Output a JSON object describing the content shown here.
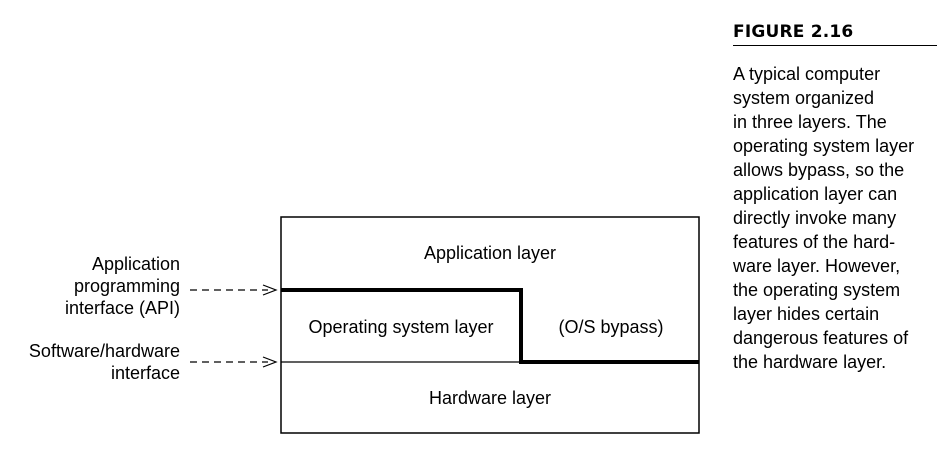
{
  "diagram": {
    "left_labels": {
      "api": [
        "Application",
        "programming",
        "interface (API)"
      ],
      "hw_interface": [
        "Software/hardware",
        "interface"
      ]
    },
    "boxes": {
      "application_layer": "Application layer",
      "os_layer": "Operating system layer",
      "os_bypass": "(O/S bypass)",
      "hardware_layer": "Hardware layer"
    }
  },
  "figure": {
    "number": "FIGURE 2.16",
    "caption_lines": [
      "A typical computer",
      "system organized",
      "in three layers. The",
      "operating system layer",
      "allows bypass, so the",
      "application layer can",
      "directly invoke many",
      "features of the hard-",
      "ware layer. However,",
      "the operating system",
      "layer hides certain",
      "dangerous features of",
      "the hardware layer."
    ]
  }
}
